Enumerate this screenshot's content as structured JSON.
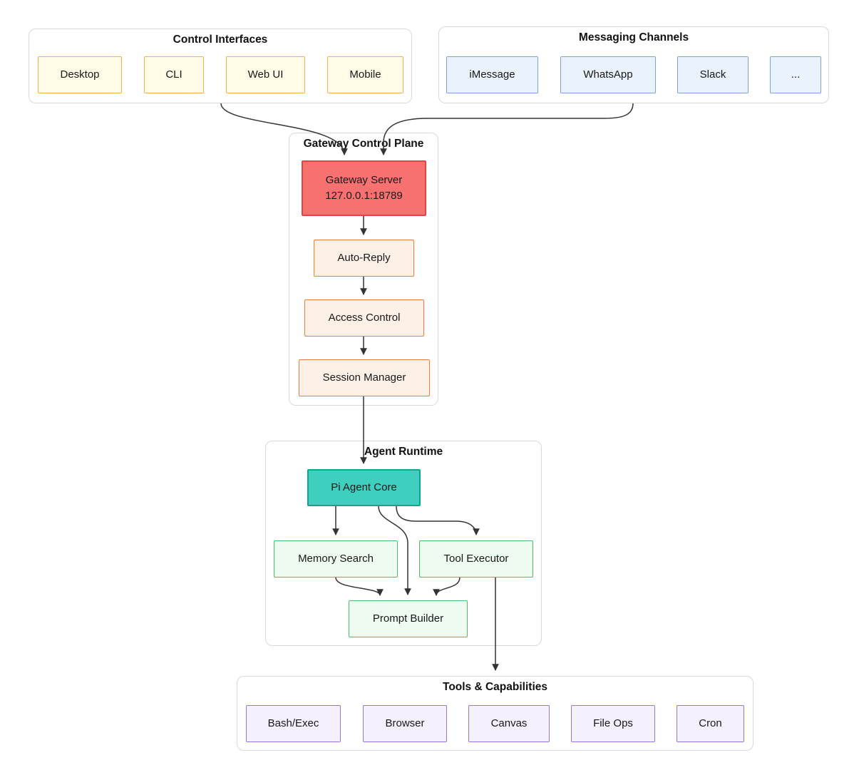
{
  "diagram": {
    "groups": [
      {
        "id": "control-interfaces",
        "title": "Control Interfaces",
        "nodes": [
          {
            "id": "desktop",
            "label": "Desktop"
          },
          {
            "id": "cli",
            "label": "CLI"
          },
          {
            "id": "web-ui",
            "label": "Web UI"
          },
          {
            "id": "mobile",
            "label": "Mobile"
          }
        ]
      },
      {
        "id": "messaging-channels",
        "title": "Messaging Channels",
        "nodes": [
          {
            "id": "imessage",
            "label": "iMessage"
          },
          {
            "id": "whatsapp",
            "label": "WhatsApp"
          },
          {
            "id": "slack",
            "label": "Slack"
          },
          {
            "id": "ellipsis",
            "label": "..."
          }
        ]
      },
      {
        "id": "gateway-control-plane",
        "title": "Gateway Control Plane",
        "nodes": [
          {
            "id": "gateway-server",
            "label": "Gateway Server",
            "sublabel": "127.0.0.1:18789"
          },
          {
            "id": "auto-reply",
            "label": "Auto-Reply"
          },
          {
            "id": "access-control",
            "label": "Access Control"
          },
          {
            "id": "session-manager",
            "label": "Session Manager"
          }
        ]
      },
      {
        "id": "agent-runtime",
        "title": "Agent Runtime",
        "nodes": [
          {
            "id": "pi-agent-core",
            "label": "Pi Agent Core"
          },
          {
            "id": "memory-search",
            "label": "Memory Search"
          },
          {
            "id": "tool-executor",
            "label": "Tool Executor"
          },
          {
            "id": "prompt-builder",
            "label": "Prompt Builder"
          }
        ]
      },
      {
        "id": "tools-capabilities",
        "title": "Tools & Capabilities",
        "nodes": [
          {
            "id": "bash-exec",
            "label": "Bash/Exec"
          },
          {
            "id": "browser",
            "label": "Browser"
          },
          {
            "id": "canvas",
            "label": "Canvas"
          },
          {
            "id": "file-ops",
            "label": "File Ops"
          },
          {
            "id": "cron",
            "label": "Cron"
          }
        ]
      }
    ],
    "connections": [
      {
        "from": "control-interfaces",
        "to": "gateway-server"
      },
      {
        "from": "messaging-channels",
        "to": "gateway-server"
      },
      {
        "from": "gateway-server",
        "to": "auto-reply"
      },
      {
        "from": "auto-reply",
        "to": "access-control"
      },
      {
        "from": "access-control",
        "to": "session-manager"
      },
      {
        "from": "session-manager",
        "to": "pi-agent-core"
      },
      {
        "from": "pi-agent-core",
        "to": "memory-search"
      },
      {
        "from": "pi-agent-core",
        "to": "prompt-builder"
      },
      {
        "from": "pi-agent-core",
        "to": "tool-executor"
      },
      {
        "from": "memory-search",
        "to": "prompt-builder"
      },
      {
        "from": "tool-executor",
        "to": "prompt-builder"
      },
      {
        "from": "tool-executor",
        "to": "tools-capabilities"
      }
    ],
    "colors": {
      "edge": "#333333",
      "group_border": "#d9d9d9",
      "yellow_fill": "#fffbe6",
      "yellow_border": "#f2b24c",
      "blue_fill": "#eaf2fe",
      "blue_border": "#7da2e0",
      "red_fill": "#f87171",
      "red_border": "#e04444",
      "orange_fill": "#fdf1e7",
      "orange_border": "#ee7d3b",
      "teal_fill": "#3ecfbe",
      "teal_border": "#12a388",
      "green_fill": "#eefbf1",
      "green_border": "#4fbf67",
      "purple_fill": "#f5f0fd",
      "purple_border": "#9575e0"
    }
  }
}
